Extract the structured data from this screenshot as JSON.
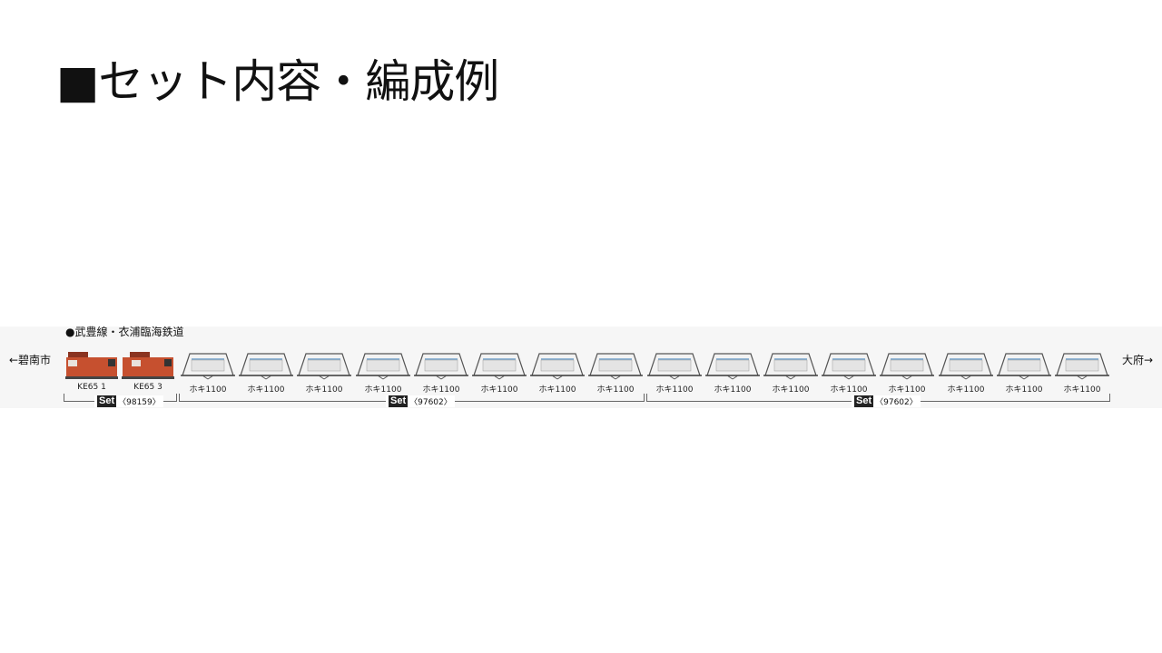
{
  "title": "■セット内容・編成例",
  "line_name": "●武豊線・衣浦臨海鉄道",
  "destination_left": "←碧南市",
  "destination_right": "大府→",
  "locomotives": [
    {
      "label": "KE65 1"
    },
    {
      "label": "KE65 3"
    }
  ],
  "wagons": [
    {
      "label": "ホキ1100"
    },
    {
      "label": "ホキ1100"
    },
    {
      "label": "ホキ1100"
    },
    {
      "label": "ホキ1100"
    },
    {
      "label": "ホキ1100"
    },
    {
      "label": "ホキ1100"
    },
    {
      "label": "ホキ1100"
    },
    {
      "label": "ホキ1100"
    },
    {
      "label": "ホキ1100"
    },
    {
      "label": "ホキ1100"
    },
    {
      "label": "ホキ1100"
    },
    {
      "label": "ホキ1100"
    },
    {
      "label": "ホキ1100"
    },
    {
      "label": "ホキ1100"
    },
    {
      "label": "ホキ1100"
    },
    {
      "label": "ホキ1100"
    }
  ],
  "sets": [
    {
      "badge": "Set",
      "code": "〈98159〉"
    },
    {
      "badge": "Set",
      "code": "〈97602〉"
    },
    {
      "badge": "Set",
      "code": "〈97602〉"
    }
  ],
  "colors": {
    "loco_body": "#c6502f",
    "loco_roof": "#8a3320",
    "wagon_line": "#555555",
    "wagon_stripe": "#6fa0c9",
    "badge_bg": "#222222"
  }
}
